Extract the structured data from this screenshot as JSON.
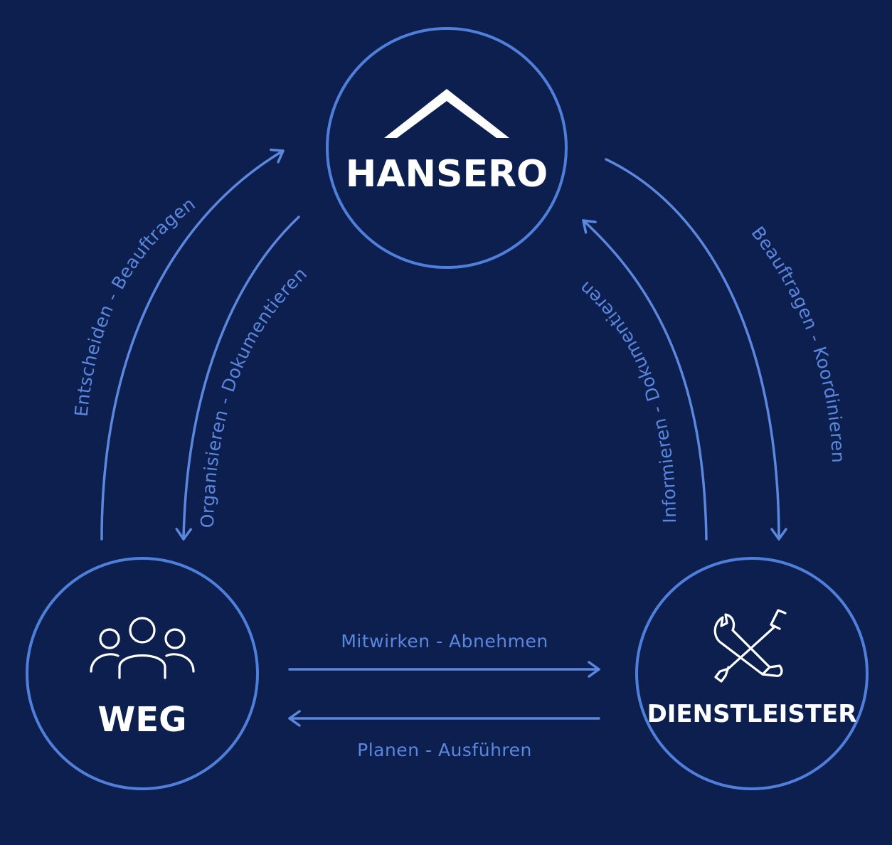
{
  "nodes": {
    "hansero": {
      "label": "HANSERO",
      "icon": "roof-icon"
    },
    "weg": {
      "label": "WEG",
      "icon": "people-group-icon"
    },
    "dienstleister": {
      "label": "DIENSTLEISTER",
      "icon": "wrench-screwdriver-icon"
    }
  },
  "edges": {
    "weg_to_hansero": "Entscheiden - Beauftragen",
    "hansero_to_weg": "Organisieren - Dokumentieren",
    "dienstleister_to_hansero": "Informieren - Dokumentieren",
    "hansero_to_dienstleister": "Beauftragen - Koordinieren",
    "weg_to_dienstleister": "Mitwirken - Abnehmen",
    "dienstleister_to_weg": "Planen - Ausführen"
  },
  "colors": {
    "background": "#0c1f4e",
    "accent": "#4f7fdb",
    "label": "#ffffff"
  }
}
